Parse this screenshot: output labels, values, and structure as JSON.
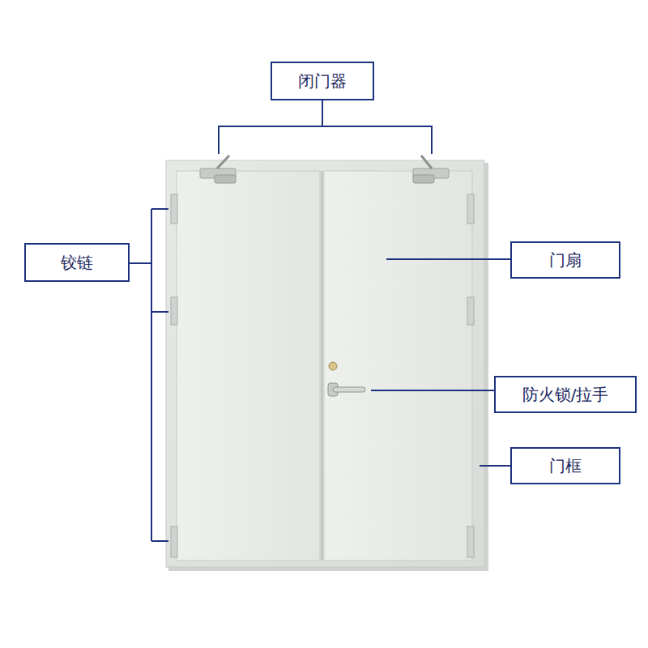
{
  "diagram": {
    "nodes": [
      {
        "text": [
          "闭门器"
        ]
      },
      {
        "text": [
          "铰链"
        ]
      },
      {
        "text": [
          "门扇"
        ]
      },
      {
        "text": [
          "防火锁/拉手"
        ]
      },
      {
        "text": [
          "门框"
        ]
      }
    ]
  }
}
